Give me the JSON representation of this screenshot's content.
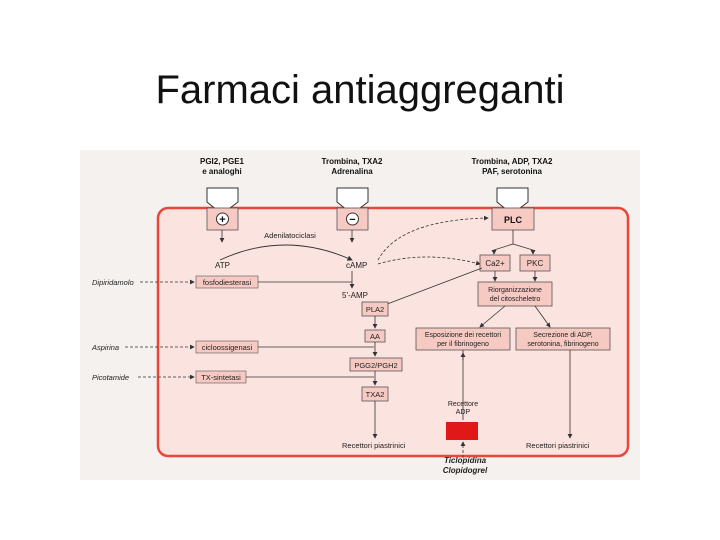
{
  "slide": {
    "title": "Farmaci antiaggreganti"
  },
  "diagram": {
    "agonists": {
      "left_line1": "PGI2, PGE1",
      "left_line2": "e analoghi",
      "middle_line1": "Trombina, TXA2",
      "middle_line2": "Adrenalina",
      "right_line1": "Trombina, ADP, TXA2",
      "right_line2": "PAF, serotonina"
    },
    "receptor_signs": {
      "plus": "+",
      "minus": "−"
    },
    "nodes": {
      "adenylate_cyclase": "Adenilatociclasi",
      "plc": "PLC",
      "atp": "ATP",
      "camp": "cAMP",
      "ca": "Ca2+",
      "pkc": "PKC",
      "phosphodiesterase": "fosfodiesterasi",
      "amp": "5'-AMP",
      "reorganization_line1": "Riorganizzazione",
      "reorganization_line2": "del citoscheletro",
      "pla2": "PLA2",
      "aa": "AA",
      "exposure_line1": "Esposizione dei recettori",
      "exposure_line2": "per il fibrinogeno",
      "secretion_line1": "Secrezione di ADP,",
      "secretion_line2": "serotonina, fibrinogeno",
      "cyclooxygenase": "cicloossigenasi",
      "pgg2_pgh2": "PGG2/PGH2",
      "tx_synthetase": "TX-sintetasi",
      "txa2": "TXA2",
      "adp_receptor_line1": "Recettore",
      "adp_receptor_line2": "ADP",
      "platelet_receptors_left": "Recettori piastrinici",
      "platelet_receptors_right": "Recettori piastrinici"
    },
    "drugs": {
      "dipyridamole": "Dipiridamolo",
      "aspirin": "Aspirina",
      "picotamide": "Picotamide",
      "ticlopidine": "Ticlopidina",
      "clopidogrel": "Clopidogrel"
    },
    "colors": {
      "membrane": "#e8473a",
      "panel_fill": "#fbe3df",
      "box_fill": "#f6c9c2",
      "arrow": "#333333",
      "adp_receptor": "#e01818"
    }
  }
}
